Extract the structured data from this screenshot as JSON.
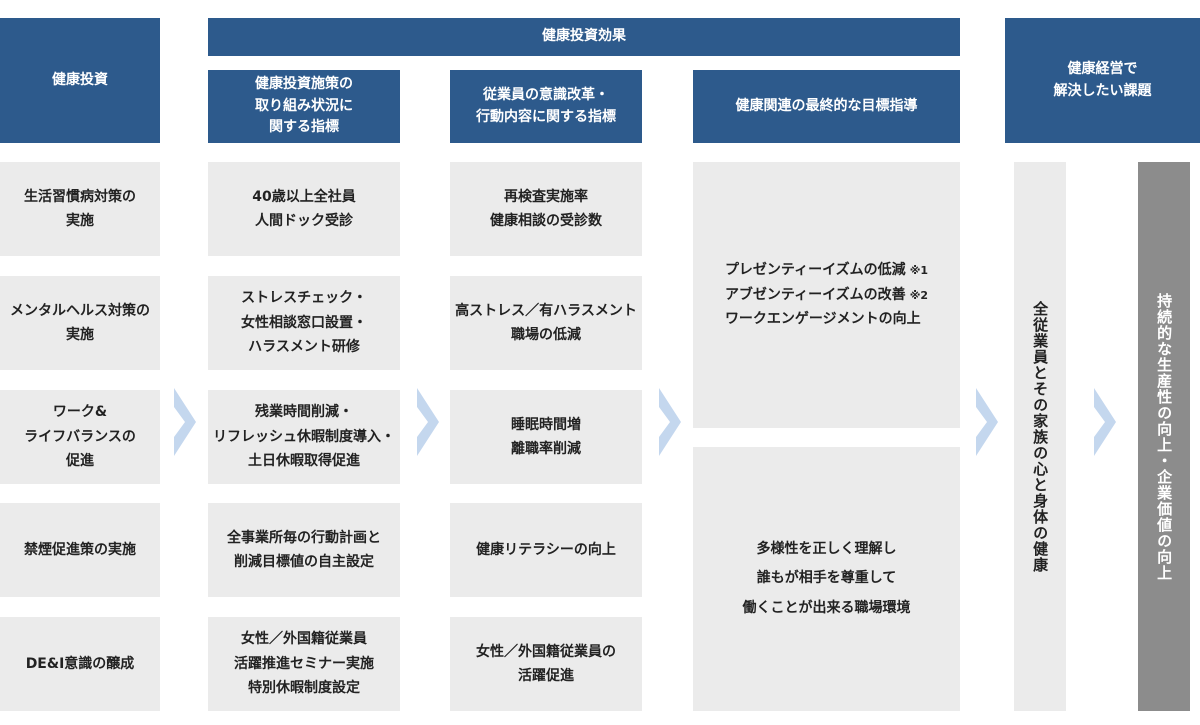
{
  "headers": {
    "investment": "健康投資",
    "effect": "健康投資効果",
    "measures": "健康投資施策の\n取り組み状況に\n関する指標",
    "awareness": "従業員の意識改革・\n行動内容に関する指標",
    "final_goal": "健康関連の最終的な目標指導",
    "issue": "健康経営で\n解決したい課題"
  },
  "rows": [
    {
      "investment": "生活習慣病対策の\n実施",
      "measure": "40歳以上全社員\n人間ドック受診",
      "awareness": "再検査実施率\n健康相談の受診数"
    },
    {
      "investment": "メンタルヘルス対策の\n実施",
      "measure": "ストレスチェック・\n女性相談窓口設置・\nハラスメント研修",
      "awareness": "高ストレス／有ハラスメント\n職場の低減"
    },
    {
      "investment": "ワーク&\nライフバランスの\n促進",
      "measure": "残業時間削減・\nリフレッシュ休暇制度導入・\n土日休暇取得促進",
      "awareness": "睡眠時間増\n離職率削減"
    },
    {
      "investment": "禁煙促進策の実施",
      "measure": "全事業所毎の行動計画と\n削減目標値の自主設定",
      "awareness": "健康リテラシーの向上"
    },
    {
      "investment": "DE&I意識の醸成",
      "measure": "女性／外国籍従業員\n活躍推進セミナー実施\n特別休暇制度設定",
      "awareness": "女性／外国籍従業員の\n活躍促進"
    }
  ],
  "final_goals": {
    "top": [
      {
        "text": "プレゼンティーイズムの低減",
        "note": "※1"
      },
      {
        "text": "アブゼンティーイズムの改善",
        "note": "※2"
      },
      {
        "text": "ワークエンゲージメントの向上",
        "note": ""
      }
    ],
    "bottom": "多様性を正しく理解し\n誰もが相手を尊重して\n働くことが出来る職場環境"
  },
  "issue_wellbeing": "全従業員とその家族の心と身体の健康",
  "issue_productivity": "持続的な生産性の向上・企業価値の向上",
  "colors": {
    "header": "#2d5a8c",
    "cell": "#ebebeb",
    "arrow": "#c4d7ee",
    "final_bar": "#8c8c8c"
  }
}
